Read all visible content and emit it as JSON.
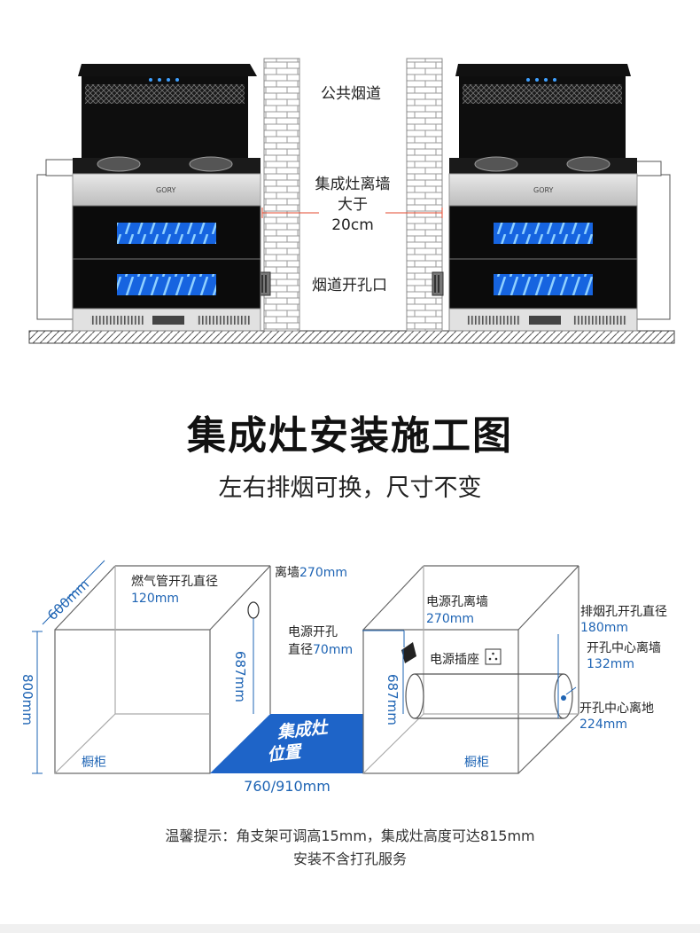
{
  "top_diagram": {
    "label_flue": "公共烟道",
    "label_distance_line1": "集成灶离墙",
    "label_distance_line2": "大于",
    "label_distance_value": "20cm",
    "label_flue_hole": "烟道开孔口",
    "brand_left": "GORY",
    "brand_right": "GORY"
  },
  "heading": {
    "title": "集成灶安装施工图",
    "subtitle": "左右排烟可换，尺寸不变"
  },
  "bottom_diagram": {
    "left_cabinet": {
      "depth": "600mm",
      "height": "800mm",
      "gas_hole_label": "燃气管开孔直径",
      "gas_hole_value": "120mm",
      "wall_distance_label": "离墙",
      "wall_distance_value": "270mm",
      "gas_hole_height": "687mm",
      "cabinet_label": "橱柜"
    },
    "stove_position": {
      "line1": "集成灶",
      "line2": "位置",
      "width": "760/910mm"
    },
    "right_cabinet": {
      "power_hole_wall_label": "电源孔离墙",
      "power_hole_wall_value": "270mm",
      "power_hole_label": "电源开孔",
      "power_hole_diameter_label": "直径",
      "power_hole_diameter_value": "70mm",
      "socket_label": "电源插座",
      "power_hole_height": "687mm",
      "flue_hole_label": "排烟孔开孔直径",
      "flue_hole_value": "180mm",
      "center_wall_label": "开孔中心离墙",
      "center_wall_value": "132mm",
      "center_floor_label": "开孔中心离地",
      "center_floor_value": "224mm",
      "cabinet_label": "橱柜"
    }
  },
  "tips": {
    "line1": "温馨提示：角支架可调高15mm，集成灶高度可达815mm",
    "line2": "安装不含打孔服务"
  },
  "colors": {
    "accent_blue": "#1e64b4",
    "stove_zone": "#1e64c8",
    "red_line": "#e34a2f",
    "led_blue": "#2e8bff"
  }
}
